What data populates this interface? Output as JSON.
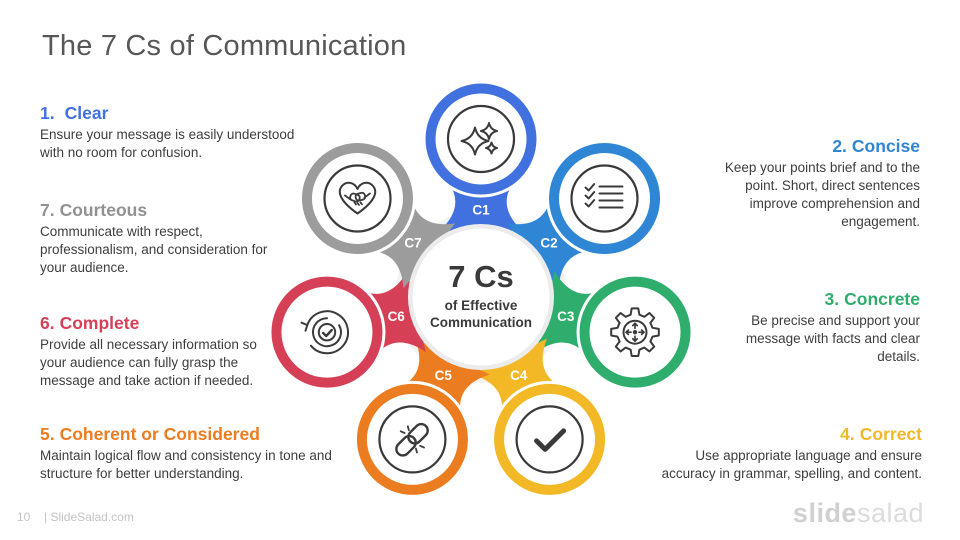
{
  "slide": {
    "title": "The 7 Cs of Communication",
    "page_number": "10",
    "footer_site": "| SlideSalad.com",
    "watermark_bold": "slide",
    "watermark_light": "salad"
  },
  "center": {
    "title": "7 Cs",
    "subtitle_line1": "of Effective",
    "subtitle_line2": "Communication"
  },
  "items": [
    {
      "num": "1.",
      "title": "Clear",
      "color": "#4170DF",
      "body": "Ensure your message is easily understood with no room for confusion."
    },
    {
      "num": "2.",
      "title": "Concise",
      "color": "#2E86D5",
      "body": "Keep your points brief and to the point. Short, direct sentences improve comprehension and engagement."
    },
    {
      "num": "3.",
      "title": "Concrete",
      "color": "#2FAD6C",
      "body": "Be precise and support your message with facts and clear details."
    },
    {
      "num": "4.",
      "title": "Correct",
      "color": "#F2B826",
      "body": "Use appropriate language and ensure accuracy in grammar, spelling, and content."
    },
    {
      "num": "5.",
      "title": "Coherent or Considered",
      "color": "#EC7C20",
      "body": "Maintain logical flow and consistency in tone and structure for better understanding."
    },
    {
      "num": "6.",
      "title": "Complete",
      "color": "#D64057",
      "body": "Provide all necessary information so your audience can fully grasp the message and take action if needed."
    },
    {
      "num": "7.",
      "title": "Courteous",
      "color": "#919191",
      "body": "Communicate with respect, professionalism, and consideration for your audience."
    }
  ],
  "diagram": {
    "petals": [
      {
        "label": "C1",
        "color": "#4170DF",
        "icon": "sparkles-icon"
      },
      {
        "label": "C2",
        "color": "#2E86D5",
        "icon": "checklist-icon"
      },
      {
        "label": "C3",
        "color": "#2FAD6C",
        "icon": "gear-target-icon"
      },
      {
        "label": "C4",
        "color": "#F2B826",
        "icon": "check-icon"
      },
      {
        "label": "C5",
        "color": "#EC7C20",
        "icon": "chain-link-icon"
      },
      {
        "label": "C6",
        "color": "#D64057",
        "icon": "refresh-check-icon"
      },
      {
        "label": "C7",
        "color": "#9C9C9C",
        "icon": "handshake-heart-icon"
      }
    ]
  }
}
